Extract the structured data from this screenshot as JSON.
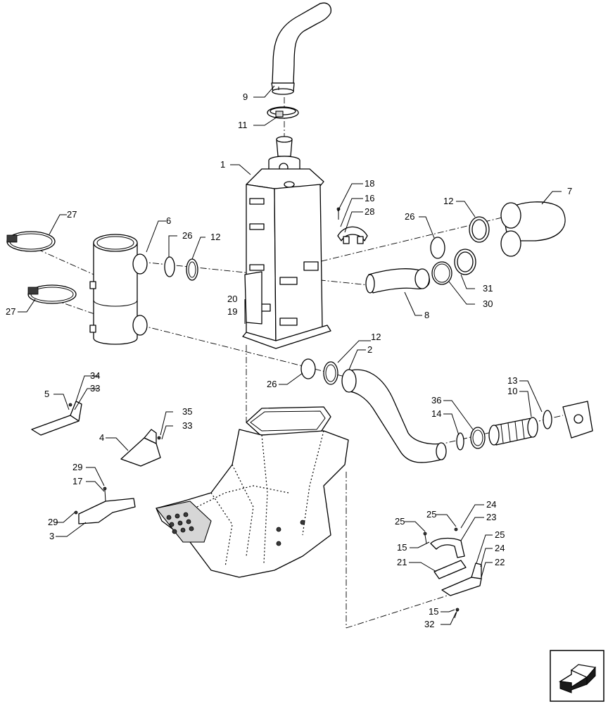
{
  "diagram": {
    "callouts": {
      "c1": "1",
      "c2": "2",
      "c3": "3",
      "c4": "4",
      "c5": "5",
      "c6": "6",
      "c7": "7",
      "c8": "8",
      "c9": "9",
      "c10": "10",
      "c11": "11",
      "c12a": "12",
      "c12b": "12",
      "c12c": "12",
      "c13": "13",
      "c14": "14",
      "c15a": "15",
      "c15b": "15",
      "c16": "16",
      "c17": "17",
      "c18": "18",
      "c19": "19",
      "c20": "20",
      "c21": "21",
      "c22": "22",
      "c23": "23",
      "c24a": "24",
      "c24b": "24",
      "c25a": "25",
      "c25b": "25",
      "c25c": "25",
      "c26a": "26",
      "c26b": "26",
      "c26c": "26",
      "c27a": "27",
      "c27b": "27",
      "c28": "28",
      "c29a": "29",
      "c29b": "29",
      "c30": "30",
      "c31": "31",
      "c32": "32",
      "c33a": "33",
      "c33b": "33",
      "c34": "34",
      "c35": "35",
      "c36": "36"
    }
  },
  "navigation": {
    "next_icon": "arrow-forward-icon"
  }
}
